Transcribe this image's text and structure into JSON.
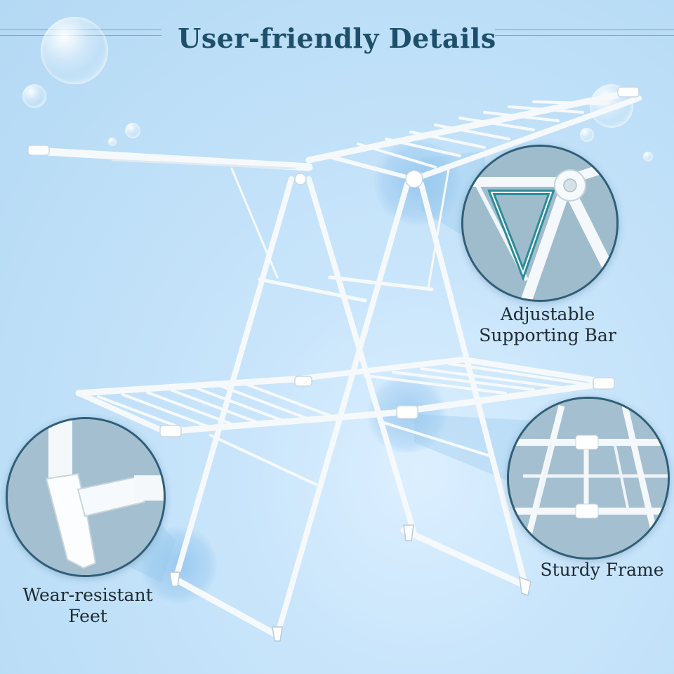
{
  "header": {
    "title": "User-friendly Details"
  },
  "features": {
    "adjustable": {
      "line1": "Adjustable",
      "line2": "Supporting Bar"
    },
    "sturdy": {
      "label": "Sturdy Frame"
    },
    "feet": {
      "line1": "Wear-resistant",
      "line2": "Feet"
    }
  },
  "colors": {
    "title": "#1e4f6a",
    "background": "#c4e2f8",
    "circle_border": "#2f5e78",
    "caption": "#1f2a30",
    "frame": "#f6f9fb"
  },
  "icons": {
    "adjustable": "hinge-triangle-icon",
    "sturdy": "frame-joint-icon",
    "feet": "foot-cap-icon"
  }
}
